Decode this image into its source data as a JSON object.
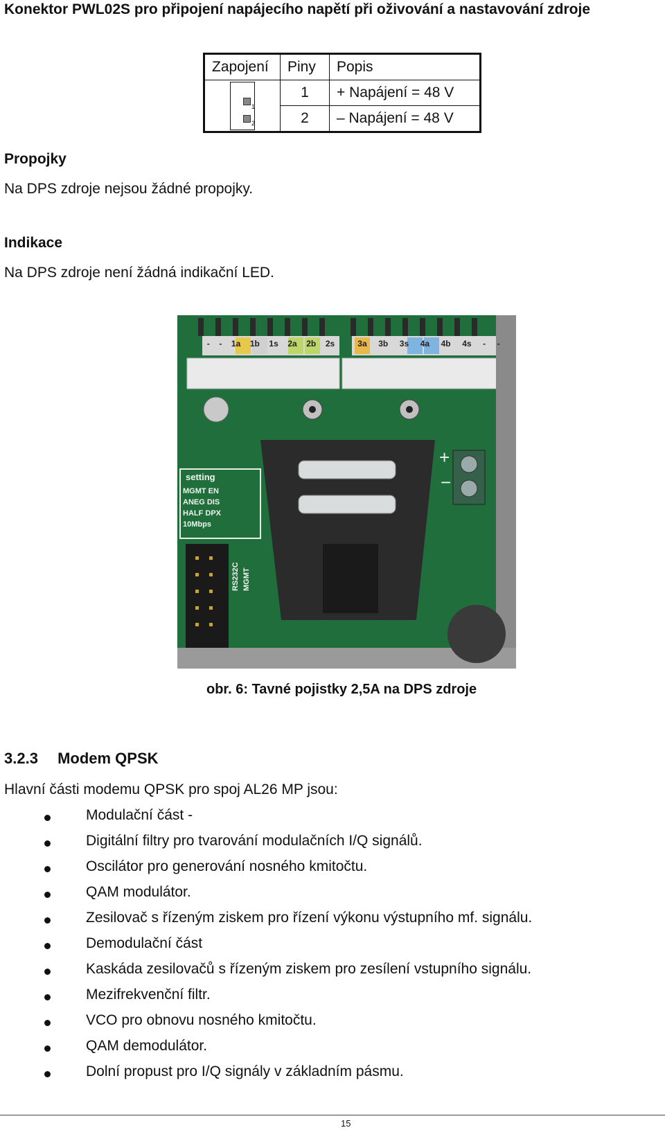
{
  "title": "Konektor PWL02S pro připojení napájecího napětí při oživování a nastavování zdroje",
  "pin_table": {
    "headers": [
      "Zapojení",
      "Piny",
      "Popis"
    ],
    "rows": [
      {
        "pin": "1",
        "desc": "+ Napájení  = 48 V"
      },
      {
        "pin": "2",
        "desc": "– Napájení = 48 V"
      }
    ],
    "connector_labels": [
      "1",
      "2"
    ]
  },
  "propojky": {
    "heading": "Propojky",
    "text": "Na DPS zdroje nejsou žádné propojky."
  },
  "indikace": {
    "heading": "Indikace",
    "text": "Na DPS zdroje není žádná indikační LED."
  },
  "photo": {
    "top_labels": [
      "-",
      "-",
      "1a",
      "1b",
      "1s",
      "2a",
      "2b",
      "2s",
      "3a",
      "3b",
      "3s",
      "4a",
      "4b",
      "4s",
      "-",
      "-"
    ],
    "setting_title": "setting",
    "setting_items": [
      "MGMT EN",
      "ANEG DIS",
      "HALF DPX",
      "10Mbps"
    ],
    "rs_label": "RS232C",
    "mgmt_label": "MGMT",
    "plus": "+",
    "minus": "−"
  },
  "caption": "obr. 6: Tavné pojistky 2,5A na DPS zdroje",
  "section": {
    "number": "3.2.3",
    "title": "Modem QPSK"
  },
  "intro": "Hlavní části modemu QPSK pro spoj AL26 MP jsou:",
  "bullets": [
    "Modulační část -",
    "Digitální filtry pro tvarování modulačních I/Q signálů.",
    "Oscilátor pro generování nosného kmitočtu.",
    "QAM modulátor.",
    "Zesilovač s řízeným ziskem pro řízení výkonu výstupního mf. signálu.",
    "Demodulační část",
    "Kaskáda zesilovačů s řízeným ziskem pro zesílení vstupního signálu.",
    "Mezifrekvenční filtr.",
    "VCO pro obnovu nosného kmitočtu.",
    "QAM demodulátor.",
    "Dolní propust pro I/Q signály v základním pásmu."
  ],
  "page_number": "15"
}
